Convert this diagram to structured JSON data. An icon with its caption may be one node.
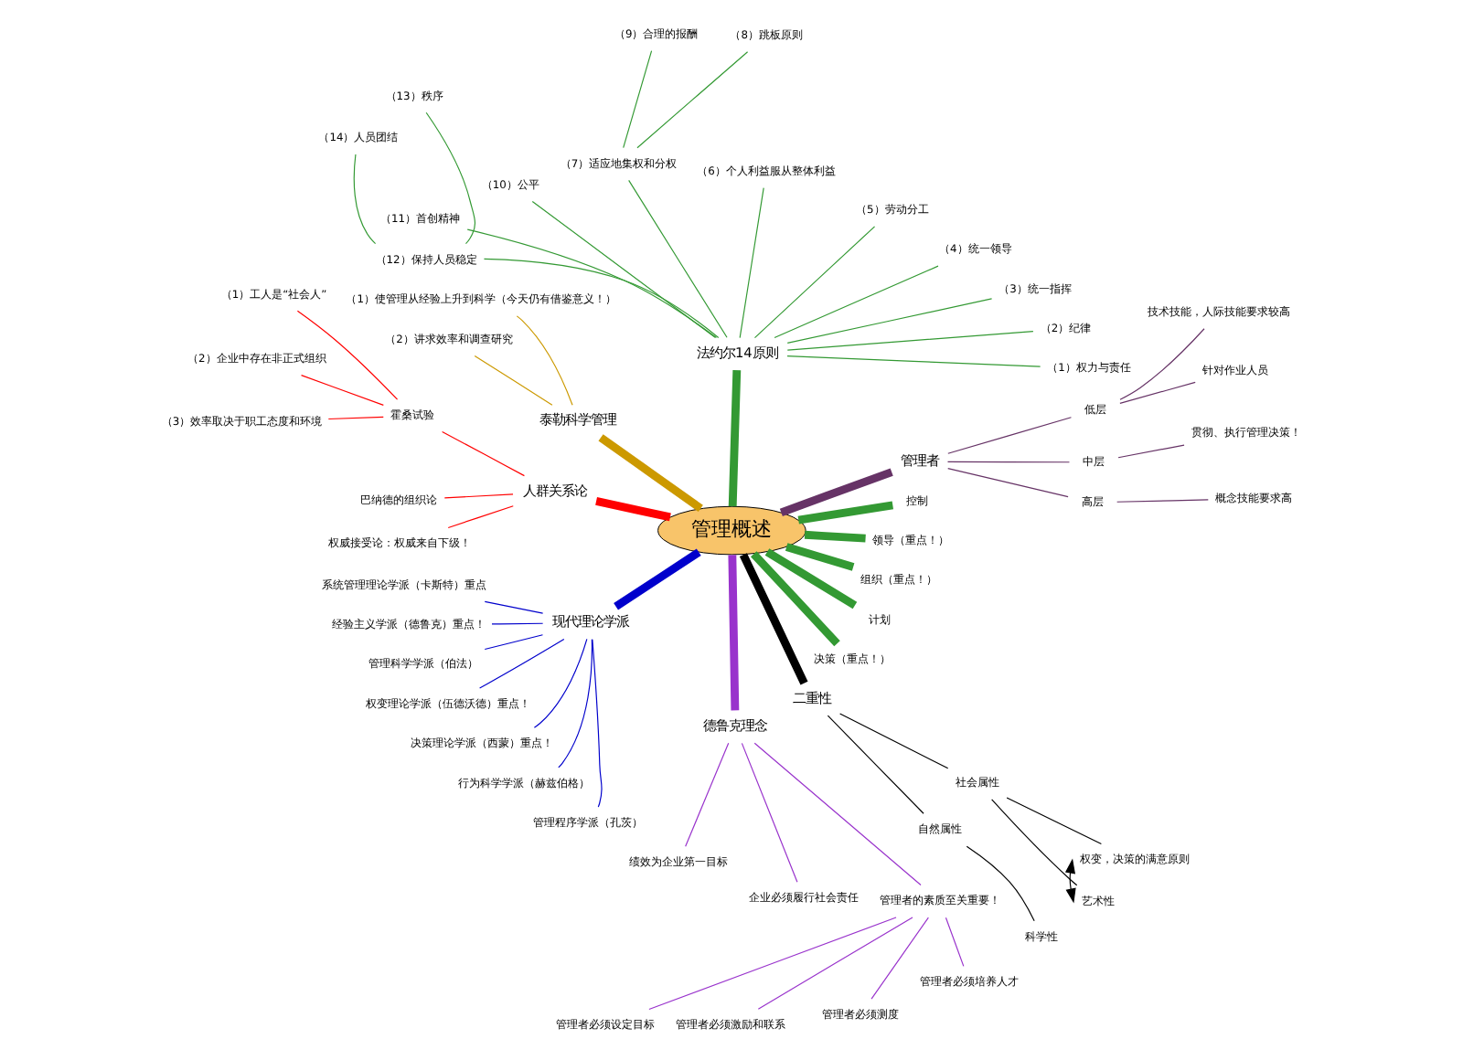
{
  "diagram": {
    "nodes": [
      {
        "text": [
          "管理概述"
        ]
      },
      {
        "text": [
          "管理者"
        ]
      },
      {
        "text": [
          "高层"
        ]
      },
      {
        "text": [
          "概念技能要求高"
        ]
      },
      {
        "text": [
          "中层"
        ]
      },
      {
        "text": [
          "贯彻、执行管理决策！"
        ]
      },
      {
        "text": [
          "低层"
        ]
      },
      {
        "text": [
          "针对作业人员"
        ]
      },
      {
        "text": [
          "技术技能，人际技能要求较高"
        ]
      },
      {
        "text": [
          "法约尔14原则"
        ]
      },
      {
        "text": [
          "（1）权力与责任"
        ]
      },
      {
        "text": [
          "（2）纪律"
        ]
      },
      {
        "text": [
          "（3）统一指挥"
        ]
      },
      {
        "text": [
          "（4）统一领导"
        ]
      },
      {
        "text": [
          "（5）劳动分工"
        ]
      },
      {
        "text": [
          "（6）个人利益服从整体利益"
        ]
      },
      {
        "text": [
          "（7）适应地集权和分权"
        ]
      },
      {
        "text": [
          "（8）跳板原则"
        ]
      },
      {
        "text": [
          "（9）合理的报酬"
        ]
      },
      {
        "text": [
          "（10）公平"
        ]
      },
      {
        "text": [
          "（11）首创精神"
        ]
      },
      {
        "text": [
          "（12）保持人员稳定"
        ]
      },
      {
        "text": [
          "（13）秩序"
        ]
      },
      {
        "text": [
          "（14）人员团结"
        ]
      },
      {
        "text": [
          "泰勒科学管理"
        ]
      },
      {
        "text": [
          "（1）使管理从经验上升到科学（今天仍有借鉴意义！）"
        ]
      },
      {
        "text": [
          "（2）讲求效率和调查研究"
        ]
      },
      {
        "text": [
          "人群关系论"
        ]
      },
      {
        "text": [
          "霍桑试验"
        ]
      },
      {
        "text": [
          "（1）工人是“社会人”"
        ]
      },
      {
        "text": [
          "（2）企业中存在非正式组织"
        ]
      },
      {
        "text": [
          "（3）效率取决于职工态度和环境"
        ]
      },
      {
        "text": [
          "巴纳德的组织论"
        ]
      },
      {
        "text": [
          "权威接受论：权威来自下级！"
        ]
      },
      {
        "text": [
          "现代理论学派"
        ]
      },
      {
        "text": [
          "系统管理理论学派（卡斯特）重点"
        ]
      },
      {
        "text": [
          "经验主义学派（德鲁克）重点！"
        ]
      },
      {
        "text": [
          "管理科学学派（伯法）"
        ]
      },
      {
        "text": [
          "权变理论学派（伍德沃德）重点！"
        ]
      },
      {
        "text": [
          "决策理论学派（西蒙）重点！"
        ]
      },
      {
        "text": [
          "行为科学学派（赫兹伯格）"
        ]
      },
      {
        "text": [
          "管理程序学派（孔茨）"
        ]
      },
      {
        "text": [
          "德鲁克理念"
        ]
      },
      {
        "text": [
          "绩效为企业第一目标"
        ]
      },
      {
        "text": [
          "企业必须履行社会责任"
        ]
      },
      {
        "text": [
          "管理者的素质至关重要！"
        ]
      },
      {
        "text": [
          "管理者必须设定目标"
        ]
      },
      {
        "text": [
          "管理者必须激励和联系"
        ]
      },
      {
        "text": [
          "管理者必须测度"
        ]
      },
      {
        "text": [
          "管理者必须培养人才"
        ]
      },
      {
        "text": [
          "二重性"
        ]
      },
      {
        "text": [
          "科学性"
        ]
      },
      {
        "text": [
          "自然属性"
        ]
      },
      {
        "text": [
          "社会属性"
        ]
      },
      {
        "text": [
          "艺术性"
        ]
      },
      {
        "text": [
          "权变，决策的满意原则"
        ]
      },
      {
        "text": [
          "决策（重点！）"
        ]
      },
      {
        "text": [
          "计划"
        ]
      },
      {
        "text": [
          "组织（重点！）"
        ]
      },
      {
        "text": [
          "领导（重点！）"
        ]
      },
      {
        "text": [
          "控制"
        ]
      }
    ],
    "edges": [
      {
        "from": 0,
        "to": 1,
        "arrow": "none",
        "style": "thick",
        "color": "#663366"
      },
      {
        "from": 1,
        "to": 2,
        "arrow": "none",
        "color": "#663366"
      },
      {
        "from": 2,
        "to": 3,
        "arrow": "none",
        "color": "#663366"
      },
      {
        "from": 1,
        "to": 4,
        "arrow": "none",
        "color": "#663366"
      },
      {
        "from": 4,
        "to": 5,
        "arrow": "none",
        "color": "#663366"
      },
      {
        "from": 1,
        "to": 6,
        "arrow": "none",
        "color": "#663366"
      },
      {
        "from": 6,
        "to": 7,
        "arrow": "none",
        "color": "#663366"
      },
      {
        "from": 6,
        "to": 8,
        "arrow": "none",
        "color": "#663366"
      },
      {
        "from": 0,
        "to": 9,
        "arrow": "none",
        "style": "thick",
        "color": "#339933"
      },
      {
        "from": 9,
        "to": 10,
        "arrow": "none",
        "color": "#339933"
      },
      {
        "from": 9,
        "to": 11,
        "arrow": "none",
        "color": "#339933"
      },
      {
        "from": 9,
        "to": 12,
        "arrow": "none",
        "color": "#339933"
      },
      {
        "from": 9,
        "to": 13,
        "arrow": "none",
        "color": "#339933"
      },
      {
        "from": 9,
        "to": 14,
        "arrow": "none",
        "color": "#339933"
      },
      {
        "from": 9,
        "to": 15,
        "arrow": "none",
        "color": "#339933"
      },
      {
        "from": 9,
        "to": 16,
        "arrow": "none",
        "color": "#339933"
      },
      {
        "from": 16,
        "to": 17,
        "arrow": "none",
        "color": "#339933"
      },
      {
        "from": 16,
        "to": 18,
        "arrow": "none",
        "color": "#339933"
      },
      {
        "from": 9,
        "to": 19,
        "arrow": "none",
        "color": "#339933"
      },
      {
        "from": 9,
        "to": 20,
        "arrow": "none",
        "color": "#339933"
      },
      {
        "from": 9,
        "to": 21,
        "arrow": "none",
        "color": "#339933"
      },
      {
        "from": 21,
        "to": 22,
        "arrow": "none",
        "color": "#339933"
      },
      {
        "from": 21,
        "to": 23,
        "arrow": "none",
        "color": "#339933"
      },
      {
        "from": 0,
        "to": 24,
        "arrow": "none",
        "style": "thick",
        "color": "#cc9900"
      },
      {
        "from": 24,
        "to": 25,
        "arrow": "none",
        "color": "#cc9900"
      },
      {
        "from": 24,
        "to": 26,
        "arrow": "none",
        "color": "#cc9900"
      },
      {
        "from": 0,
        "to": 27,
        "arrow": "none",
        "style": "thick",
        "color": "#ff0000"
      },
      {
        "from": 27,
        "to": 28,
        "arrow": "none",
        "color": "#ff0000"
      },
      {
        "from": 28,
        "to": 29,
        "arrow": "none",
        "color": "#ff0000"
      },
      {
        "from": 28,
        "to": 30,
        "arrow": "none",
        "color": "#ff0000"
      },
      {
        "from": 28,
        "to": 31,
        "arrow": "none",
        "color": "#ff0000"
      },
      {
        "from": 27,
        "to": 32,
        "arrow": "none",
        "color": "#ff0000"
      },
      {
        "from": 27,
        "to": 33,
        "arrow": "none",
        "color": "#ff0000"
      },
      {
        "from": 0,
        "to": 34,
        "arrow": "none",
        "style": "thick",
        "color": "#0000cc"
      },
      {
        "from": 34,
        "to": 35,
        "arrow": "none",
        "color": "#0000cc"
      },
      {
        "from": 34,
        "to": 36,
        "arrow": "none",
        "color": "#0000cc"
      },
      {
        "from": 34,
        "to": 37,
        "arrow": "none",
        "color": "#0000cc"
      },
      {
        "from": 34,
        "to": 38,
        "arrow": "none",
        "color": "#0000cc"
      },
      {
        "from": 34,
        "to": 39,
        "arrow": "none",
        "color": "#0000cc"
      },
      {
        "from": 34,
        "to": 40,
        "arrow": "none",
        "color": "#0000cc"
      },
      {
        "from": 34,
        "to": 41,
        "arrow": "none",
        "color": "#0000cc"
      },
      {
        "from": 0,
        "to": 42,
        "arrow": "none",
        "style": "thick",
        "color": "#9933cc"
      },
      {
        "from": 42,
        "to": 43,
        "arrow": "none",
        "color": "#9933cc"
      },
      {
        "from": 42,
        "to": 44,
        "arrow": "none",
        "color": "#9933cc"
      },
      {
        "from": 42,
        "to": 45,
        "arrow": "none",
        "color": "#9933cc"
      },
      {
        "from": 45,
        "to": 46,
        "arrow": "none",
        "color": "#9933cc"
      },
      {
        "from": 45,
        "to": 47,
        "arrow": "none",
        "color": "#9933cc"
      },
      {
        "from": 45,
        "to": 48,
        "arrow": "none",
        "color": "#9933cc"
      },
      {
        "from": 45,
        "to": 49,
        "arrow": "none",
        "color": "#9933cc"
      },
      {
        "from": 0,
        "to": 50,
        "arrow": "none",
        "style": "thick",
        "color": "#000000"
      },
      {
        "from": 50,
        "to": 52,
        "arrow": "none",
        "color": "#000000"
      },
      {
        "from": 52,
        "to": 51,
        "arrow": "none",
        "color": "#000000"
      },
      {
        "from": 50,
        "to": 53,
        "arrow": "none",
        "color": "#000000"
      },
      {
        "from": 53,
        "to": 54,
        "arrow": "none",
        "color": "#000000"
      },
      {
        "from": 53,
        "to": 55,
        "arrow": "none",
        "color": "#000000"
      },
      {
        "from": 54,
        "to": 55,
        "arrow": "both",
        "color": "#000000"
      },
      {
        "from": 0,
        "to": 56,
        "arrow": "none",
        "style": "thick",
        "color": "#339933"
      },
      {
        "from": 0,
        "to": 57,
        "arrow": "none",
        "style": "thick",
        "color": "#339933"
      },
      {
        "from": 0,
        "to": 58,
        "arrow": "none",
        "style": "thick",
        "color": "#339933"
      },
      {
        "from": 0,
        "to": 59,
        "arrow": "none",
        "style": "thick",
        "color": "#339933"
      },
      {
        "from": 0,
        "to": 60,
        "arrow": "none",
        "style": "thick",
        "color": "#339933"
      }
    ]
  }
}
